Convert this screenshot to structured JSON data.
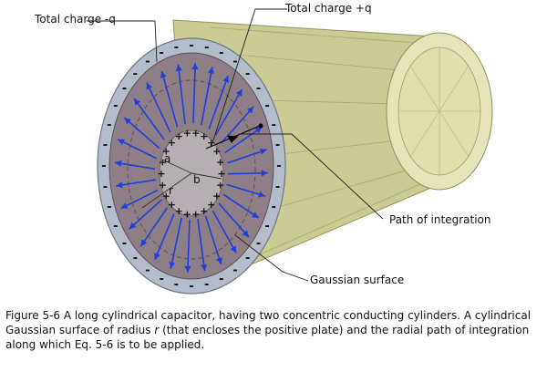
{
  "labels": {
    "outer_charge": "Total charge -q",
    "inner_charge": "Total charge +q",
    "path": "Path of integration",
    "gaussian": "Gaussian surface",
    "radius_a": "a",
    "radius_b": "b",
    "radius_r": "r",
    "minus": "-",
    "plus": "+"
  },
  "caption": {
    "part1": "Figure 5-6 A long cylindrical capacitor, having two concentric conducting cylinders. A cylindrical Gaussian surface of radius ",
    "var_r": "r",
    "part2": " (that encloses the positive plate) and the radial path of integration along which Eq. 5-6 is to be applied."
  },
  "colors": {
    "cylinder_body": "#c9c98f",
    "cylinder_edge": "#8f8f55",
    "outer_ring": "#b4bccc",
    "disc_fill": "#8e7e86",
    "field_arrows": "#1f3fe0"
  }
}
